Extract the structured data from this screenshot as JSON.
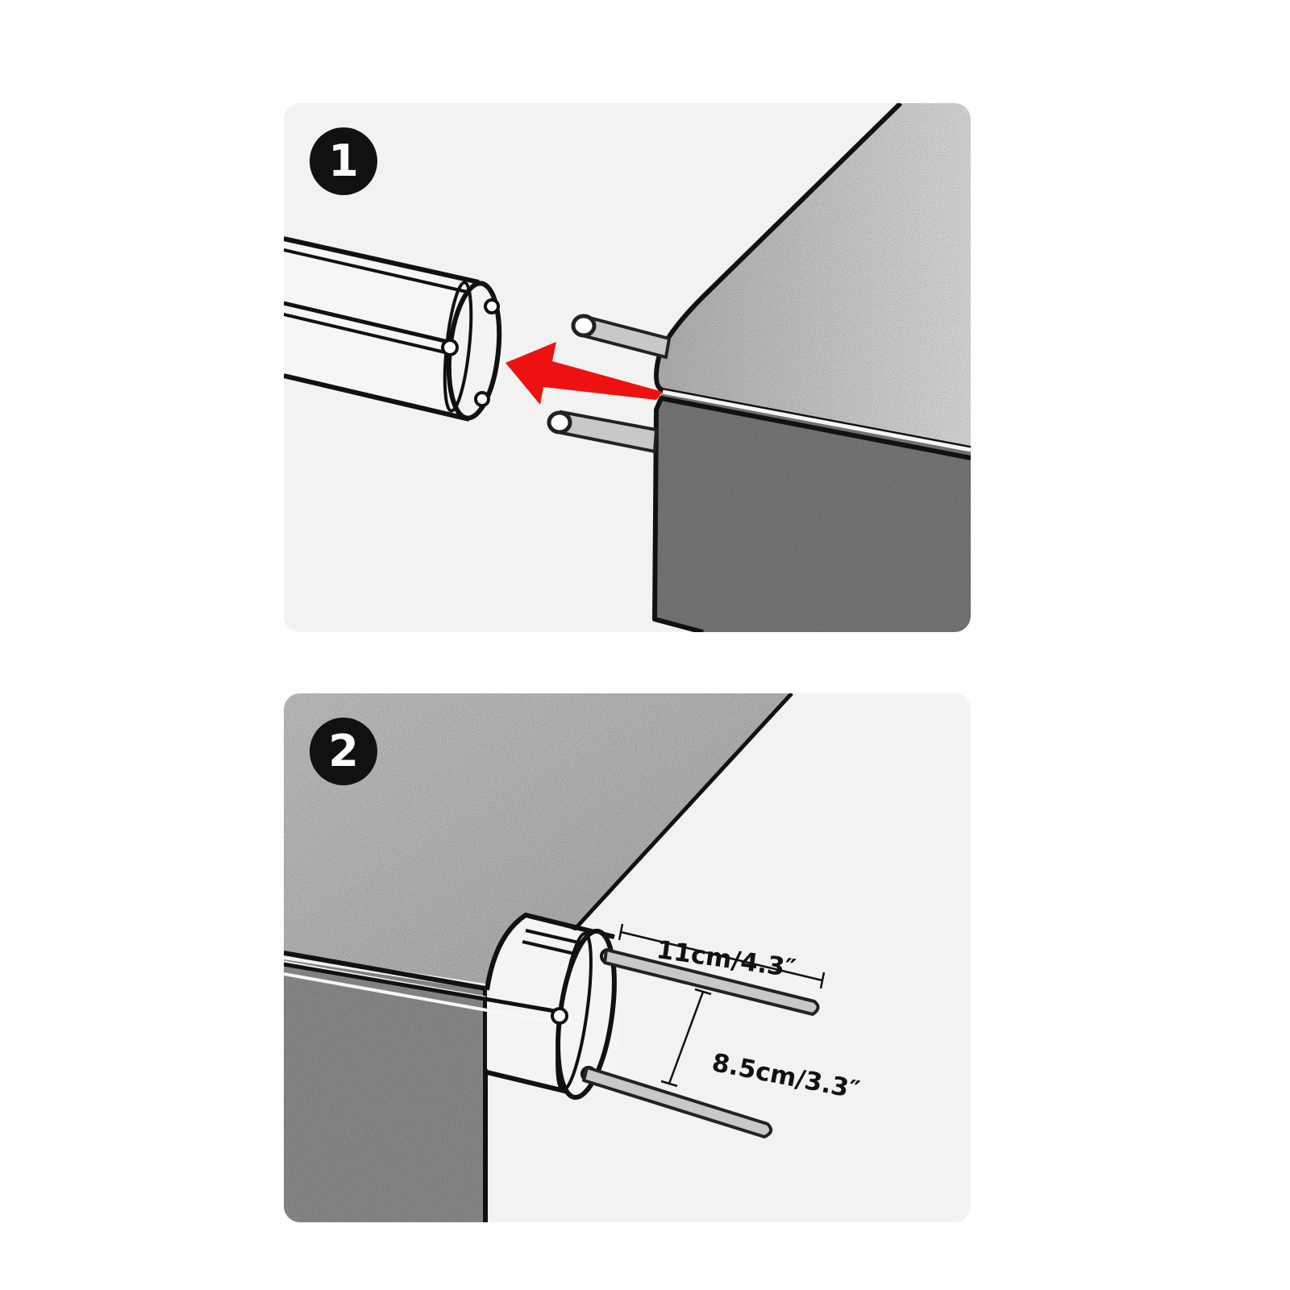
{
  "steps": [
    {
      "number": "1"
    },
    {
      "number": "2"
    }
  ],
  "dimensions": {
    "rod_length": "11cm/4.3″",
    "rod_spacing": "8.5cm/3.3″"
  },
  "colors": {
    "panel_bg": "#f2f2f2",
    "arrow": "#ee1111",
    "badge": "#111111",
    "cushion_top": "#bdbdbd",
    "cushion_side": "#767676",
    "rod": "#c8c8c8"
  },
  "icons": {
    "insertion_arrow": "arrow-left-icon"
  }
}
